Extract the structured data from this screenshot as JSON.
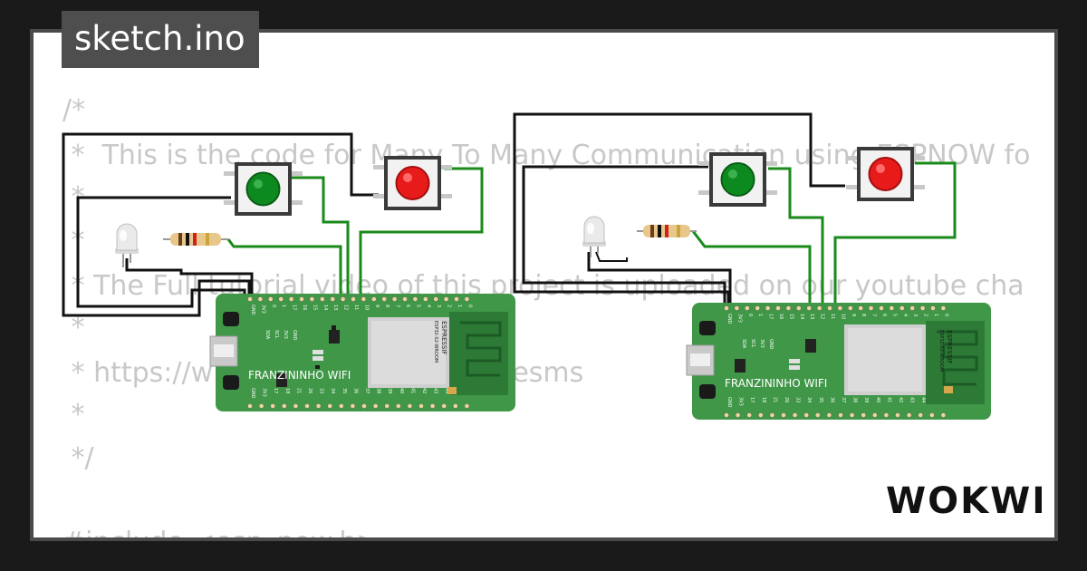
{
  "tab": {
    "filename": "sketch.ino"
  },
  "code_lines": [
    "/*",
    " *  This is the code for Many To Many Communication using ESPNOW fo",
    " *",
    " *",
    " * The Full tutorial video of this project is uploaded on our youtube cha",
    " *",
    " * https://w",
    " *",
    " */",
    "",
    "#include <esp_now.h>"
  ],
  "boards": [
    {
      "name": "FRANZININHO WIFI",
      "module_brand": "ESPRESSIF",
      "module_model": "ESP32-S2-WROOM",
      "top_pins": [
        "GND",
        "3V3",
        "0",
        "1",
        "17",
        "16",
        "15",
        "14",
        "13",
        "12",
        "11",
        "10",
        "9",
        "8",
        "7",
        "6",
        "5",
        "4",
        "3",
        "2",
        "1",
        "0"
      ],
      "bottom_pins": [
        "GND",
        "3V3",
        "17",
        "18",
        "21",
        "26",
        "33",
        "34",
        "35",
        "36",
        "37",
        "38",
        "39",
        "40",
        "41",
        "42",
        "43",
        "44",
        "45",
        "46"
      ],
      "led_labels": [
        "SDA",
        "SCL",
        "3V3",
        "GND"
      ]
    },
    {
      "name": "FRANZININHO WIFI",
      "module_brand": "ESPRESSIF",
      "module_model": "ESP32-S2-WROOM",
      "top_pins": [
        "GND",
        "3V3",
        "0",
        "1",
        "17",
        "16",
        "15",
        "14",
        "13",
        "12",
        "11",
        "10",
        "9",
        "8",
        "7",
        "6",
        "5",
        "4",
        "3",
        "2",
        "1",
        "0"
      ],
      "bottom_pins": [
        "GND",
        "3V3",
        "17",
        "18",
        "21",
        "26",
        "33",
        "34",
        "35",
        "36",
        "37",
        "38",
        "39",
        "40",
        "41",
        "42",
        "43",
        "44",
        "45",
        "46"
      ],
      "led_labels": [
        "SDA",
        "SCL",
        "3V3",
        "GND"
      ]
    }
  ],
  "fragment_text": "iesms",
  "brand": {
    "logo_text": "WOKWI"
  },
  "colors": {
    "background": "#1a1a1a",
    "canvas": "#ffffff",
    "board_green": "#3f9747",
    "wire_green": "#1a8a1a",
    "wire_black": "#111111",
    "button_green": "#0d8a1f",
    "button_red": "#e81b1b"
  },
  "icons": [
    "pushbutton-green-icon",
    "pushbutton-red-icon",
    "led-icon",
    "resistor-icon",
    "usb-connector-icon"
  ]
}
